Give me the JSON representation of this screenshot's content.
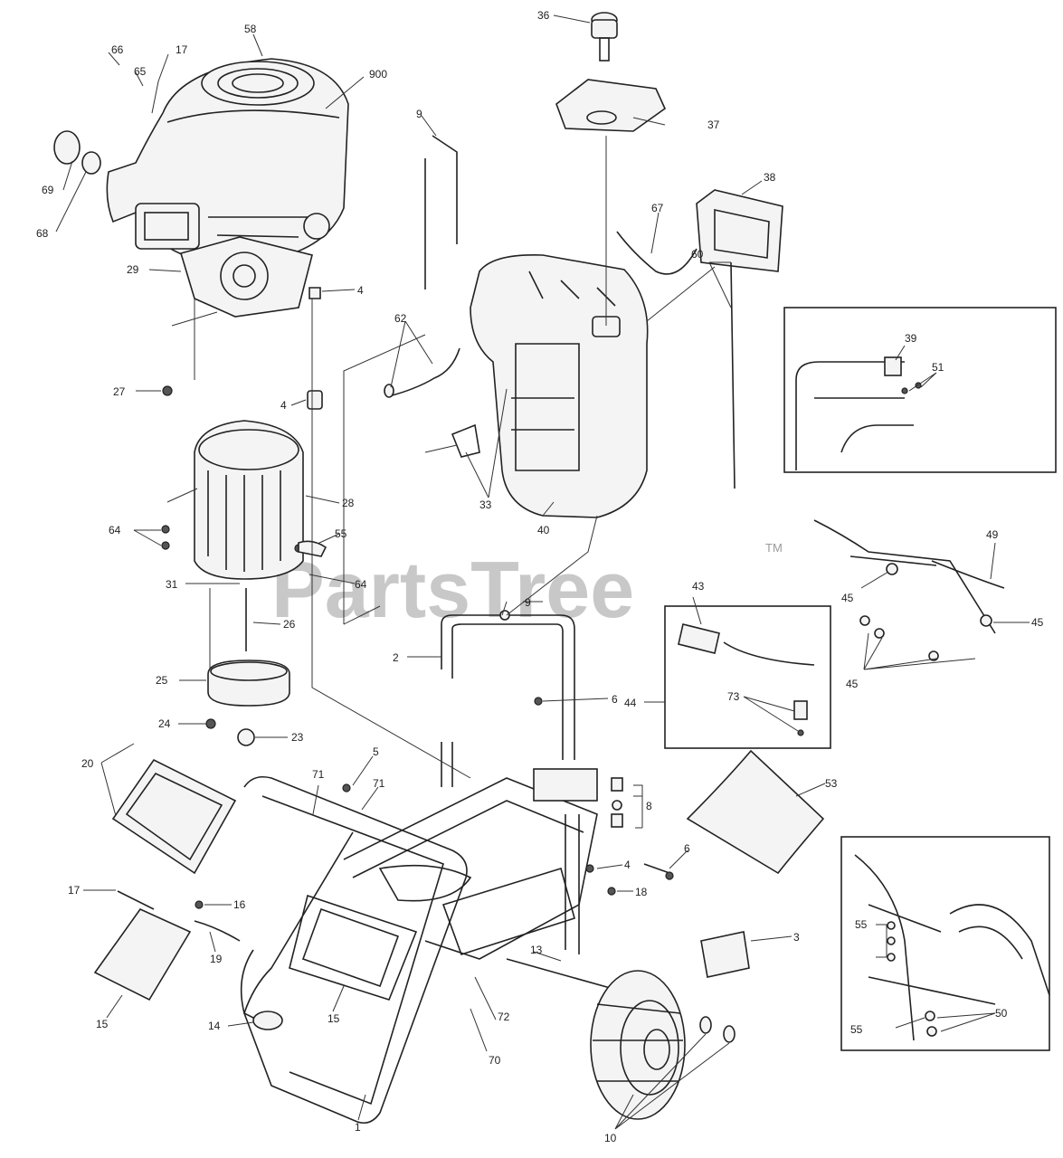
{
  "diagram": {
    "watermark": "PartsTree",
    "trademark": "TM",
    "callouts": [
      {
        "id": "c-36",
        "text": "36"
      },
      {
        "id": "c-58",
        "text": "58"
      },
      {
        "id": "c-66",
        "text": "66"
      },
      {
        "id": "c-17a",
        "text": "17"
      },
      {
        "id": "c-65",
        "text": "65"
      },
      {
        "id": "c-900",
        "text": "900"
      },
      {
        "id": "c-37",
        "text": "37"
      },
      {
        "id": "c-9a",
        "text": "9"
      },
      {
        "id": "c-69",
        "text": "69"
      },
      {
        "id": "c-68",
        "text": "68"
      },
      {
        "id": "c-38",
        "text": "38"
      },
      {
        "id": "c-67",
        "text": "67"
      },
      {
        "id": "c-4a",
        "text": "4"
      },
      {
        "id": "c-62",
        "text": "62"
      },
      {
        "id": "c-29",
        "text": "29"
      },
      {
        "id": "c-60",
        "text": "60"
      },
      {
        "id": "c-39",
        "text": "39"
      },
      {
        "id": "c-51",
        "text": "51"
      },
      {
        "id": "c-4b",
        "text": "4"
      },
      {
        "id": "c-27",
        "text": "27"
      },
      {
        "id": "c-33",
        "text": "33"
      },
      {
        "id": "c-28",
        "text": "28"
      },
      {
        "id": "c-40",
        "text": "40"
      },
      {
        "id": "c-64a",
        "text": "64"
      },
      {
        "id": "c-55a",
        "text": "55"
      },
      {
        "id": "c-64b",
        "text": "64"
      },
      {
        "id": "c-49",
        "text": "49"
      },
      {
        "id": "c-45a",
        "text": "45"
      },
      {
        "id": "c-45b",
        "text": "45"
      },
      {
        "id": "c-43",
        "text": "43"
      },
      {
        "id": "c-31",
        "text": "31"
      },
      {
        "id": "c-9b",
        "text": "9"
      },
      {
        "id": "c-26",
        "text": "26"
      },
      {
        "id": "c-2",
        "text": "2"
      },
      {
        "id": "c-44",
        "text": "44"
      },
      {
        "id": "c-45c",
        "text": "45"
      },
      {
        "id": "c-25",
        "text": "25"
      },
      {
        "id": "c-73",
        "text": "73"
      },
      {
        "id": "c-6a",
        "text": "6"
      },
      {
        "id": "c-24",
        "text": "24"
      },
      {
        "id": "c-23",
        "text": "23"
      },
      {
        "id": "c-20",
        "text": "20"
      },
      {
        "id": "c-5",
        "text": "5"
      },
      {
        "id": "c-71a",
        "text": "71"
      },
      {
        "id": "c-71b",
        "text": "71"
      },
      {
        "id": "c-8",
        "text": "8"
      },
      {
        "id": "c-53",
        "text": "53"
      },
      {
        "id": "c-6b",
        "text": "6"
      },
      {
        "id": "c-4c",
        "text": "4"
      },
      {
        "id": "c-18",
        "text": "18"
      },
      {
        "id": "c-17b",
        "text": "17"
      },
      {
        "id": "c-16",
        "text": "16"
      },
      {
        "id": "c-19",
        "text": "19"
      },
      {
        "id": "c-55b",
        "text": "55"
      },
      {
        "id": "c-3",
        "text": "3"
      },
      {
        "id": "c-15a",
        "text": "15"
      },
      {
        "id": "c-72",
        "text": "72"
      },
      {
        "id": "c-13",
        "text": "13"
      },
      {
        "id": "c-14",
        "text": "14"
      },
      {
        "id": "c-15b",
        "text": "15"
      },
      {
        "id": "c-70",
        "text": "70"
      },
      {
        "id": "c-55c",
        "text": "55"
      },
      {
        "id": "c-50",
        "text": "50"
      },
      {
        "id": "c-1",
        "text": "1"
      },
      {
        "id": "c-10",
        "text": "10"
      }
    ]
  }
}
